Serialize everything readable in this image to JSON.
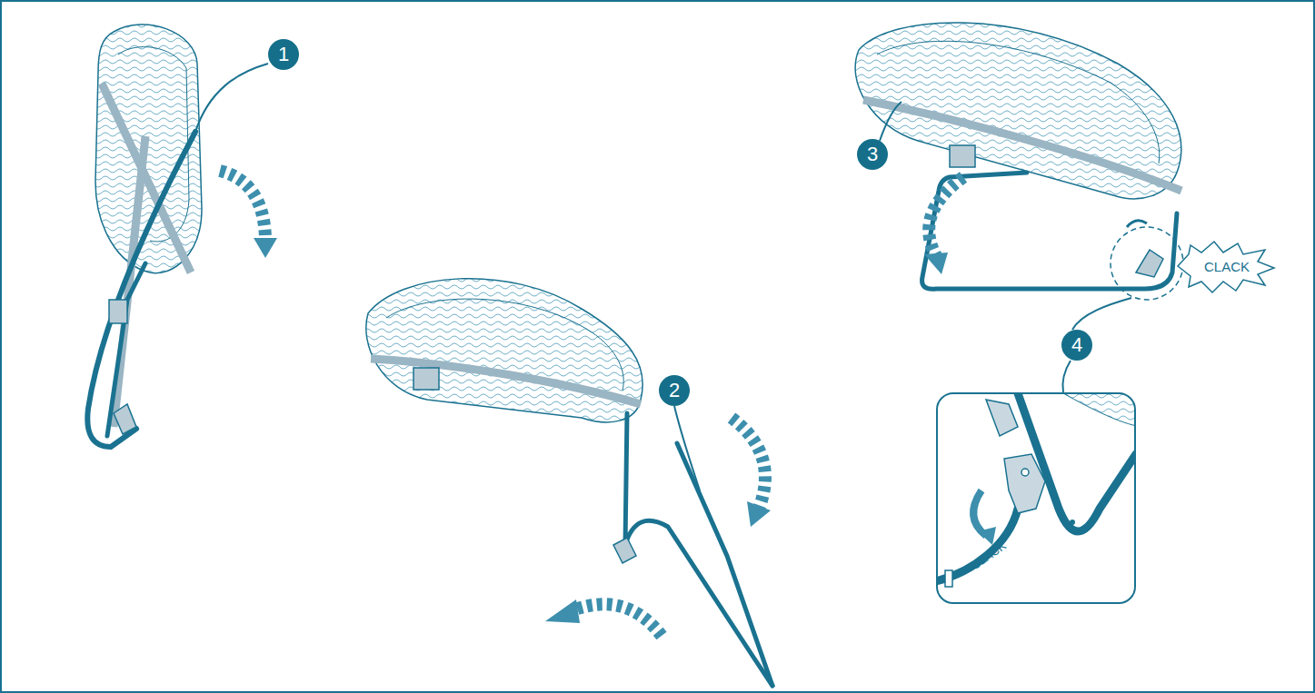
{
  "diagram": {
    "labels": [
      "1",
      "2",
      "3",
      "CLACK",
      "4",
      "CLACK"
    ]
  }
}
